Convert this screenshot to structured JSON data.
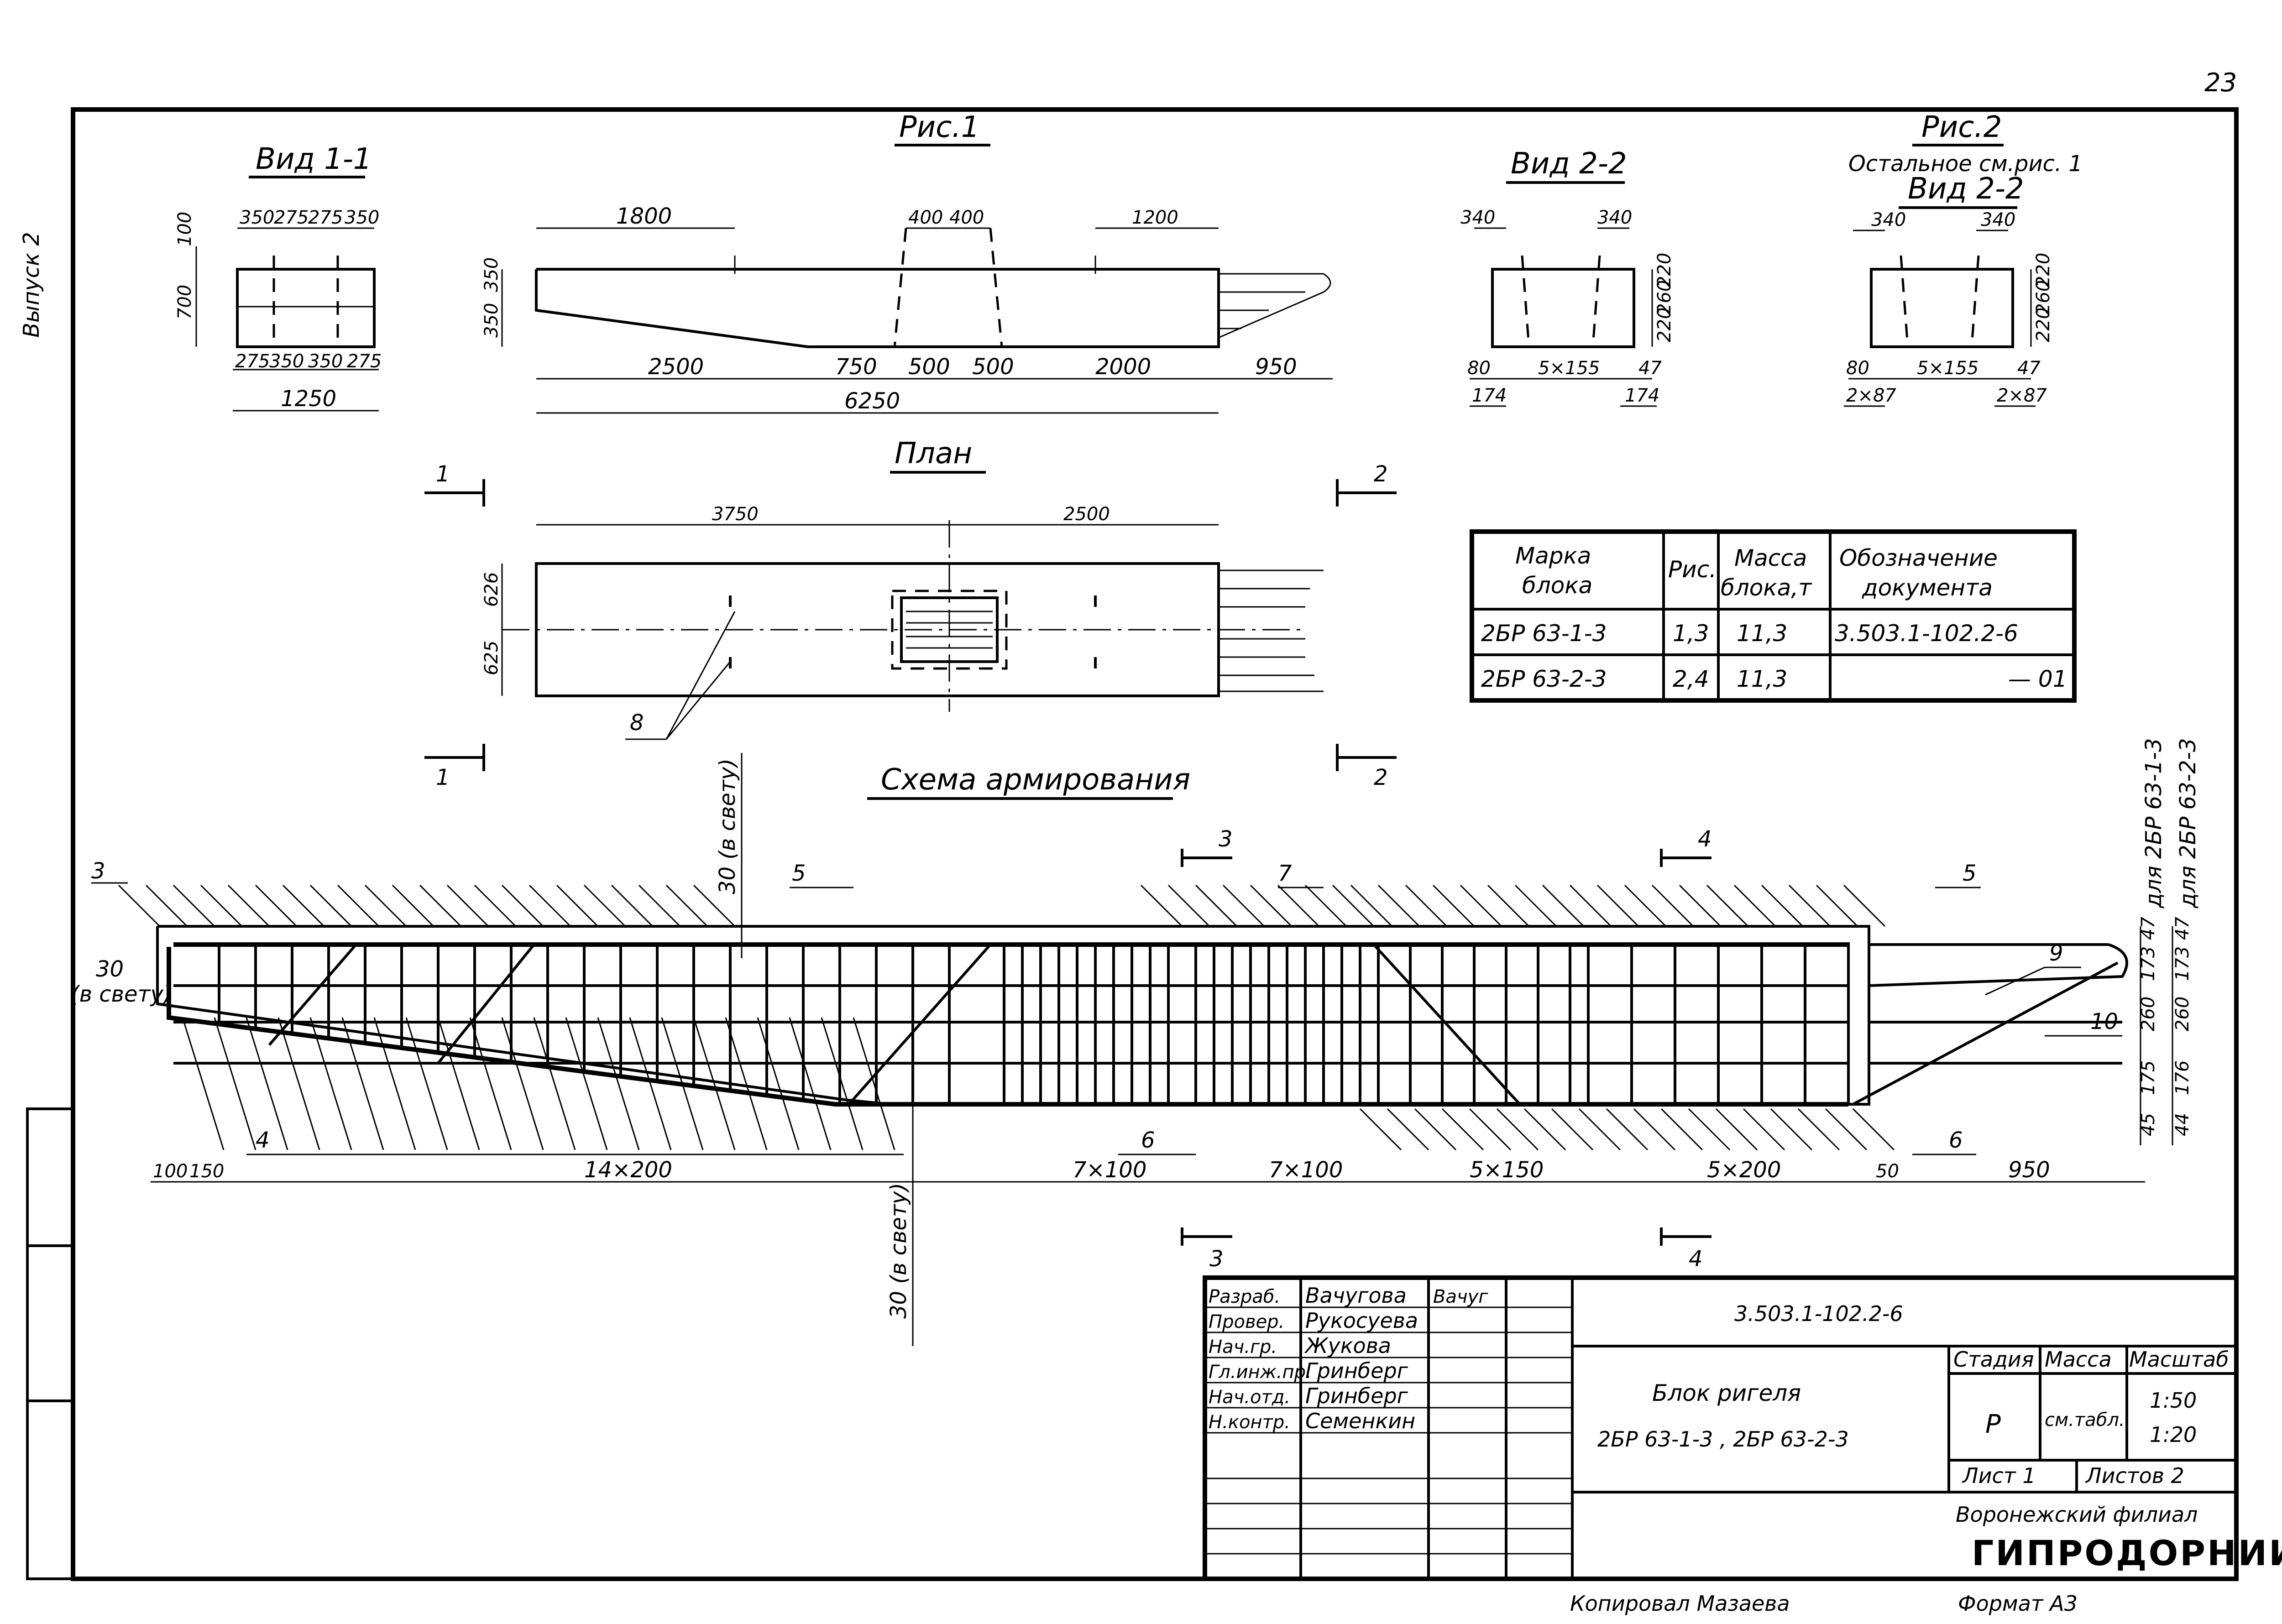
{
  "page_number": "23",
  "series_label": "Выпуск 2",
  "fig1": {
    "caption": "Рис.1",
    "view11": {
      "title": "Вид 1-1",
      "dims_top": [
        "350",
        "275",
        "275",
        "350"
      ],
      "dims_bottom": [
        "275",
        "350",
        "350",
        "275"
      ],
      "dim_total": "1250",
      "dim_h_top": "100",
      "dim_h": "700"
    },
    "elevation": {
      "dims_top": [
        "1800",
        "400",
        "400",
        "1200"
      ],
      "dims_left": [
        "350",
        "350"
      ],
      "dims_bottom": [
        "2500",
        "750",
        "500",
        "500",
        "2000",
        "950"
      ],
      "dim_total": "6250"
    },
    "plan": {
      "title": "План",
      "dims_top": [
        "3750",
        "2500"
      ],
      "dims_left": [
        "626",
        "625"
      ],
      "callout": "8"
    },
    "section_marks": {
      "s1": "1",
      "s2": "2"
    }
  },
  "view22": {
    "title": "Вид 2-2",
    "dims_top": [
      "340",
      "340"
    ],
    "dims_right": [
      "220",
      "260",
      "220"
    ],
    "dims_bottom": [
      "80",
      "5×155",
      "47"
    ],
    "dims_bottom2": [
      "174",
      "174"
    ]
  },
  "fig2": {
    "caption": "Рис.2",
    "note": "Остальное см.рис. 1",
    "title": "Вид 2-2",
    "dims_top": [
      "340",
      "340"
    ],
    "dims_right": [
      "220",
      "260",
      "220"
    ],
    "dims_bottom": [
      "80",
      "5×155",
      "47"
    ],
    "dims_bottom2": [
      "2×87",
      "2×87"
    ]
  },
  "block_table": {
    "headers": [
      "Марка блока",
      "Рис.",
      "Масса блока,т",
      "Обозначение документа"
    ],
    "rows": [
      [
        "2БР 63-1-3",
        "1,3",
        "11,3",
        "3.503.1-102.2-6"
      ],
      [
        "2БР 63-2-3",
        "2,4",
        "11,3",
        "— 01"
      ]
    ]
  },
  "reinforcement": {
    "title": "Схема армирования",
    "clear_top": "30 (в свету)",
    "clear_bottom": "30 (в свету)",
    "clear_left": "30",
    "clear_left2": "(в свету)",
    "callouts": [
      "3",
      "5",
      "7",
      "5",
      "4",
      "6",
      "6",
      "9",
      "10"
    ],
    "section_marks": {
      "s3": "3",
      "s4": "4"
    },
    "dims_bottom": [
      "100",
      "150",
      "14×200",
      "7×100",
      "7×100",
      "5×150",
      "5×200",
      "50",
      "950"
    ],
    "dims_right_a": [
      "47",
      "173",
      "260",
      "175",
      "45"
    ],
    "dims_right_b": [
      "47",
      "173",
      "260",
      "176",
      "44"
    ],
    "label_a": "для 2БР 63-1-3",
    "label_b": "для 2БР 63-2-3"
  },
  "title_block": {
    "doc_code": "3.503.1-102.2-6",
    "roles": [
      {
        "role": "Разраб.",
        "name": "Вачугова",
        "sign": "Вачуг"
      },
      {
        "role": "Провер.",
        "name": "Рукосуева",
        "sign": ""
      },
      {
        "role": "Нач.гр.",
        "name": "Жукова",
        "sign": ""
      },
      {
        "role": "Гл.инж.пр.",
        "name": "Гринберг",
        "sign": ""
      },
      {
        "role": "Нач.отд.",
        "name": "Гринберг",
        "sign": ""
      },
      {
        "role": "Н.контр.",
        "name": "Семенкин",
        "sign": ""
      }
    ],
    "title_line1": "Блок ригеля",
    "title_line2": "2БР 63-1-3 , 2БР 63-2-3",
    "stage_header": "Стадия",
    "mass_header": "Масса",
    "scale_header": "Масштаб",
    "stage": "Р",
    "mass": "см.табл.",
    "scale1": "1:50",
    "scale2": "1:20",
    "sheet": "Лист 1",
    "sheets": "Листов 2",
    "org_line1": "Воронежский филиал",
    "org_line2": "ГИПРОДОРНИИ"
  },
  "footer": {
    "copied": "Копировал Мазаева",
    "format": "Формат А3"
  }
}
